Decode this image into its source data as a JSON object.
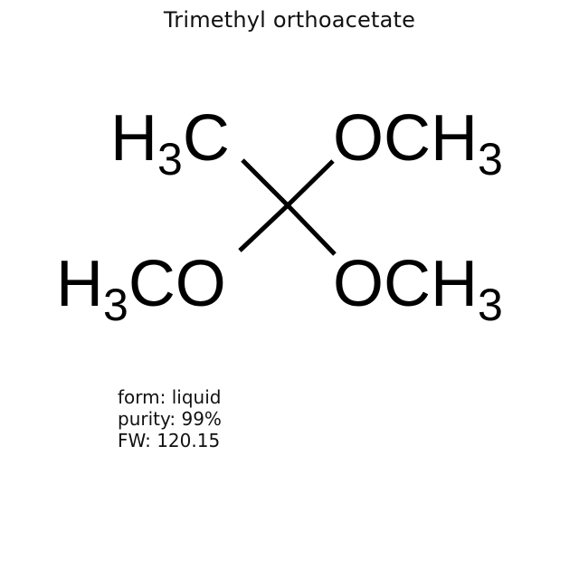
{
  "title": "Trimethyl orthoacetate",
  "structure": {
    "groups": {
      "top_left": {
        "main": "H",
        "sub": "3",
        "tail": "C"
      },
      "top_right": {
        "main": "OCH",
        "sub": "3"
      },
      "bottom_left": {
        "main": "H",
        "sub": "3",
        "tail": "CO"
      },
      "bottom_right": {
        "main": "OCH",
        "sub": "3"
      }
    },
    "central_atom": "C",
    "bond_color": "#000000"
  },
  "properties": {
    "form": "form: liquid",
    "purity": "purity: 99%",
    "fw": "FW: 120.15"
  }
}
